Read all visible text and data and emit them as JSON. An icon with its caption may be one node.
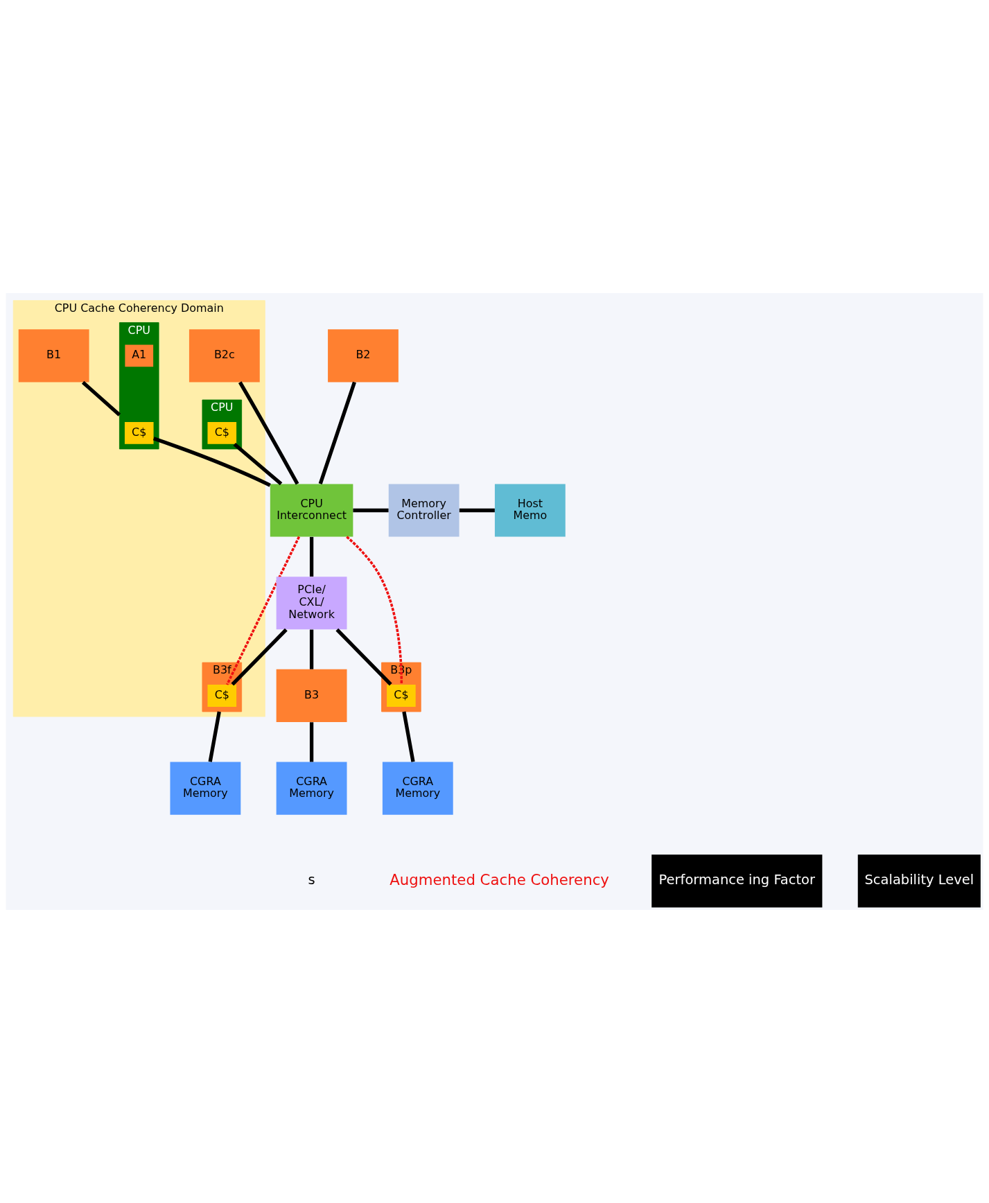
{
  "diagram": {
    "nodes": [
      {
        "text": [
          "CPU Cache Coherency Domain"
        ]
      },
      {
        "text": [
          "B1"
        ],
        "in": 0
      },
      {
        "text": [
          "B2c"
        ],
        "in": 0
      },
      {
        "text": [
          "B2"
        ]
      },
      {
        "text": [
          "CPU"
        ],
        "in": 0
      },
      {
        "text": [
          "C$"
        ],
        "in": 4
      },
      {
        "text": [
          "A1"
        ],
        "in": 4
      },
      {
        "text": [
          "CPU Interconnect"
        ]
      },
      {
        "text": [
          "Memory Controller"
        ]
      },
      {
        "text": [
          "Host Memo"
        ]
      },
      {
        "text": [
          "CPU"
        ],
        "in": 0
      },
      {
        "text": [
          "C$"
        ],
        "in": 10
      },
      {
        "text": [
          "PCIe/ CXL/ Network"
        ]
      },
      {
        "text": [
          "B3f"
        ],
        "in": 0
      },
      {
        "text": [
          "C$"
        ],
        "in": 13
      },
      {
        "text": [
          "CGRA Memory"
        ]
      },
      {
        "text": [
          "B3p"
        ]
      },
      {
        "text": [
          "C$"
        ],
        "in": 16
      },
      {
        "text": [
          "CGRA Memory"
        ]
      },
      {
        "text": [
          "B3"
        ]
      },
      {
        "text": [
          "CGRA Memory"
        ]
      }
    ],
    "edges": [
      {
        "from": 1,
        "to": 4,
        "arrow": "none"
      },
      {
        "from": 2,
        "to": 7,
        "arrow": "none"
      },
      {
        "from": 3,
        "to": 7,
        "arrow": "none"
      },
      {
        "from": 5,
        "to": 7,
        "arrow": "none"
      },
      {
        "from": 11,
        "to": 7,
        "arrow": "none"
      },
      {
        "from": 7,
        "to": 8,
        "arrow": "none"
      },
      {
        "from": 8,
        "to": 9,
        "arrow": "none"
      },
      {
        "from": 7,
        "to": 12,
        "arrow": "none"
      },
      {
        "from": 12,
        "to": 14,
        "arrow": "none"
      },
      {
        "from": 12,
        "to": 17,
        "arrow": "none"
      },
      {
        "from": 12,
        "to": 19,
        "arrow": "none"
      },
      {
        "from": 13,
        "to": 15,
        "arrow": "none"
      },
      {
        "from": 16,
        "to": 18,
        "arrow": "none"
      },
      {
        "from": 19,
        "to": 20,
        "arrow": "none"
      },
      {
        "from": 7,
        "to": 14,
        "arrow": "none",
        "style": "dashed",
        "color": "#ee1111"
      },
      {
        "from": 7,
        "to": 17,
        "arrow": "none",
        "style": "dashed",
        "color": "#ee1111"
      }
    ],
    "labels": [
      "s",
      "Augmented Cache Coherency",
      "Performance ing Factor",
      "Scalability Level"
    ]
  }
}
